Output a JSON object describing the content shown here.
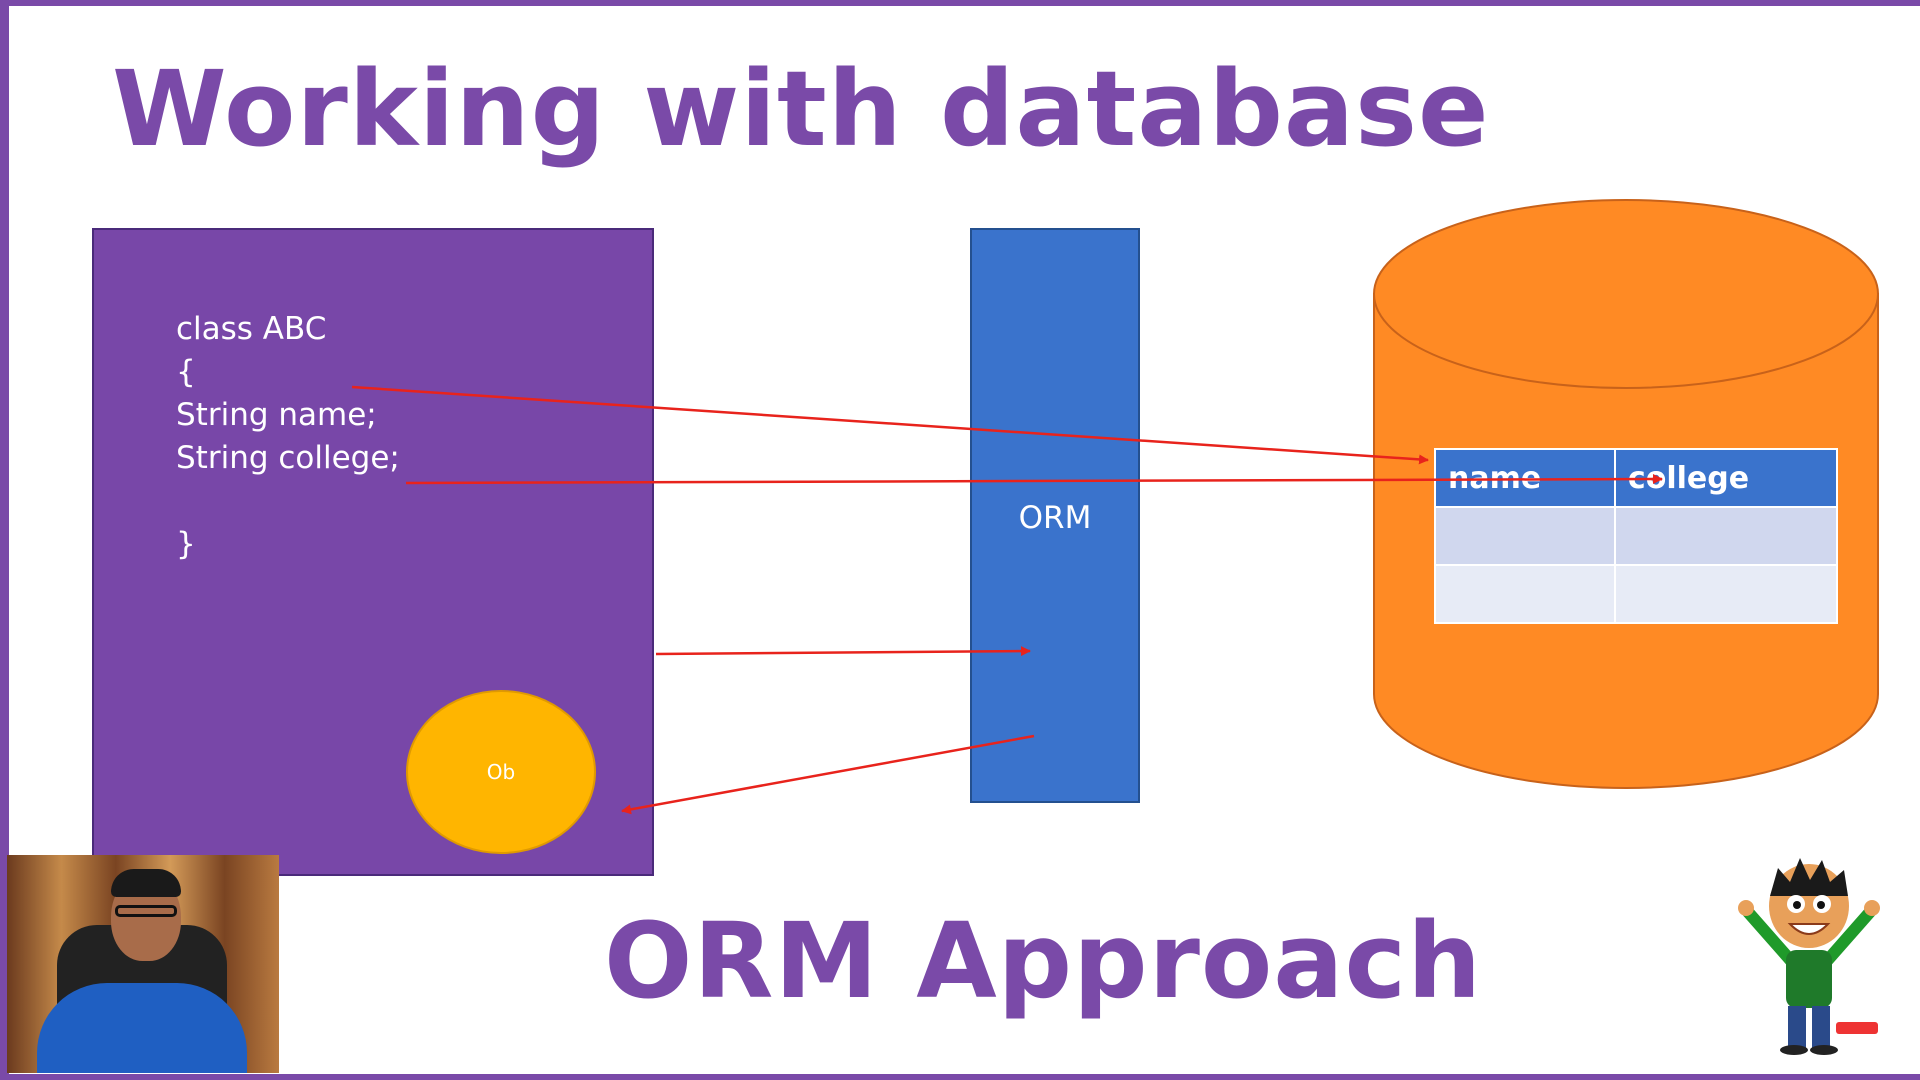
{
  "slide": {
    "title": "Working with database",
    "subtitle": "ORM Approach"
  },
  "class_box": {
    "code_lines": [
      "class ABC",
      "{",
      "String name;",
      "String college;",
      "",
      "}"
    ],
    "object_label": "Ob"
  },
  "orm": {
    "label": "ORM"
  },
  "database": {
    "columns": [
      "name",
      "college"
    ],
    "rows": [
      [
        "",
        ""
      ],
      [
        "",
        ""
      ]
    ]
  },
  "colors": {
    "purple": "#7a4aa8",
    "orm_blue": "#3a73cc",
    "db_orange": "#ff8a24",
    "object_yellow": "#ffb500",
    "arrow_red": "#e8231c"
  },
  "icons": [
    "webcam-presenter-icon",
    "cartoon-boy-icon"
  ]
}
